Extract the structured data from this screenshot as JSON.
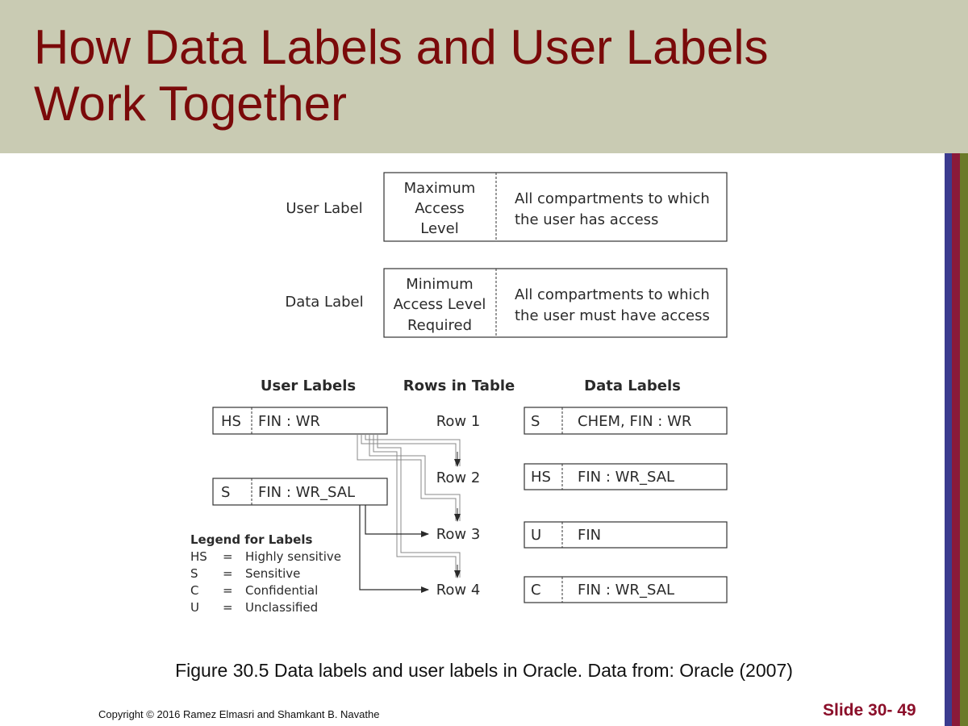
{
  "slide": {
    "title_line1": "How Data Labels and User Labels",
    "title_line2": "Work Together",
    "caption": "Figure 30.5 Data labels and user labels in Oracle. Data from: Oracle (2007)",
    "copyright": "Copyright © 2016 Ramez Elmasri and Shamkant B. Navathe",
    "slide_number": "Slide 30- 49"
  },
  "colors": {
    "header_bg": "#c9cbb3",
    "title": "#7a0a0a",
    "slide_number": "#8b0f2a",
    "stripes": [
      "#3b3b8f",
      "#8a1a3a",
      "#6b7a2a"
    ]
  },
  "figure": {
    "user_label": {
      "name": "User Label",
      "left": [
        "Maximum",
        "Access",
        "Level"
      ],
      "right": [
        "All compartments to which",
        "the user has access"
      ]
    },
    "data_label": {
      "name": "Data Label",
      "left": [
        "Minimum",
        "Access Level",
        "Required"
      ],
      "right": [
        "All compartments to which",
        "the user must have access"
      ]
    },
    "headers": {
      "user_labels": "User Labels",
      "rows_in_table": "Rows in Table",
      "data_labels": "Data Labels"
    },
    "user_labels": [
      {
        "level": "HS",
        "compartments": "FIN : WR"
      },
      {
        "level": "S",
        "compartments": "FIN : WR_SAL"
      }
    ],
    "rows": [
      "Row 1",
      "Row 2",
      "Row 3",
      "Row 4"
    ],
    "data_labels": [
      {
        "level": "S",
        "compartments": "CHEM, FIN : WR"
      },
      {
        "level": "HS",
        "compartments": "FIN : WR_SAL"
      },
      {
        "level": "U",
        "compartments": "FIN"
      },
      {
        "level": "C",
        "compartments": "FIN : WR_SAL"
      }
    ],
    "legend": {
      "title": "Legend for Labels",
      "items": [
        {
          "code": "HS",
          "eq": "=",
          "meaning": "Highly sensitive"
        },
        {
          "code": "S",
          "eq": "=",
          "meaning": "Sensitive"
        },
        {
          "code": "C",
          "eq": "=",
          "meaning": "Confidential"
        },
        {
          "code": "U",
          "eq": "=",
          "meaning": "Unclassified"
        }
      ]
    }
  }
}
